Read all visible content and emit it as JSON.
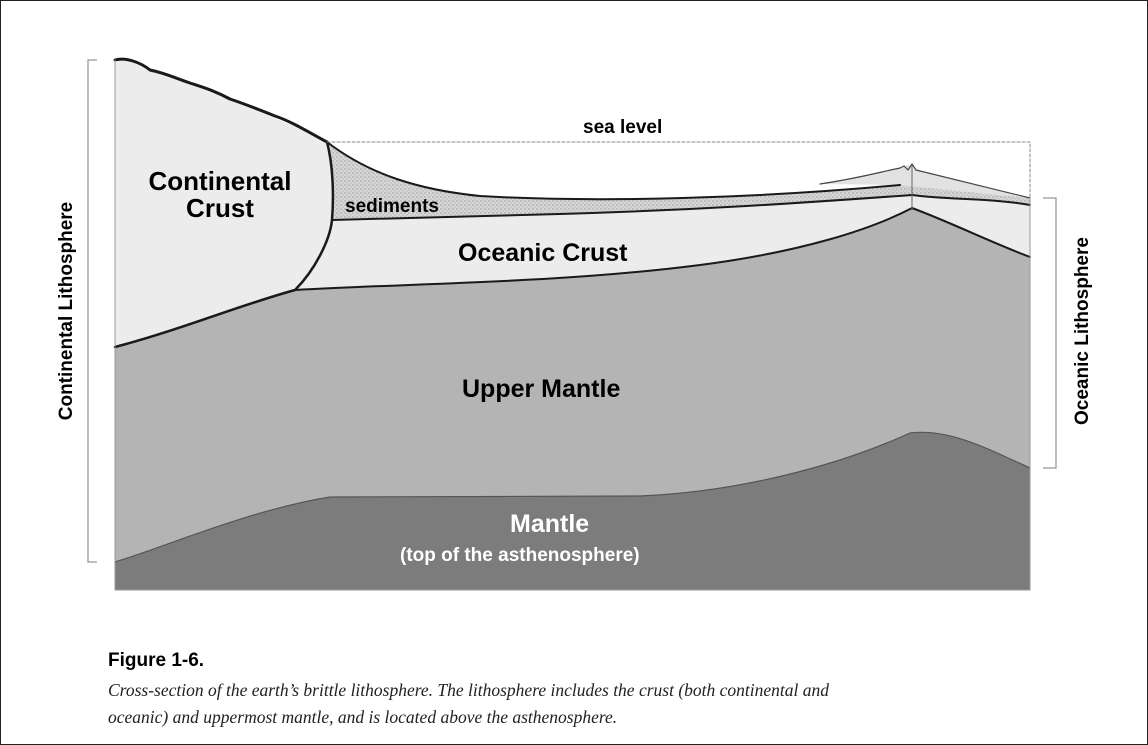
{
  "labels": {
    "sea_level": "sea level",
    "continental_crust": "Continental\nCrust",
    "sediments": "sediments",
    "oceanic_crust": "Oceanic Crust",
    "upper_mantle": "Upper Mantle",
    "mantle": "Mantle",
    "mantle_sub": "(top of the asthenosphere)",
    "continental_lithosphere": "Continental Lithosphere",
    "oceanic_lithosphere": "Oceanic Lithosphere"
  },
  "caption": {
    "title": "Figure 1-6.",
    "text": "Cross-section of the earth’s brittle lithosphere. The lithosphere includes the crust (both continental and oceanic) and uppermost mantle, and is located above the asthenosphere."
  },
  "colors": {
    "mantle": "#7c7c7c",
    "upper_mantle": "#b4b4b4",
    "crust": "#ececec",
    "sediments": "#d8d8d8",
    "outline": "#1a1a1a"
  }
}
